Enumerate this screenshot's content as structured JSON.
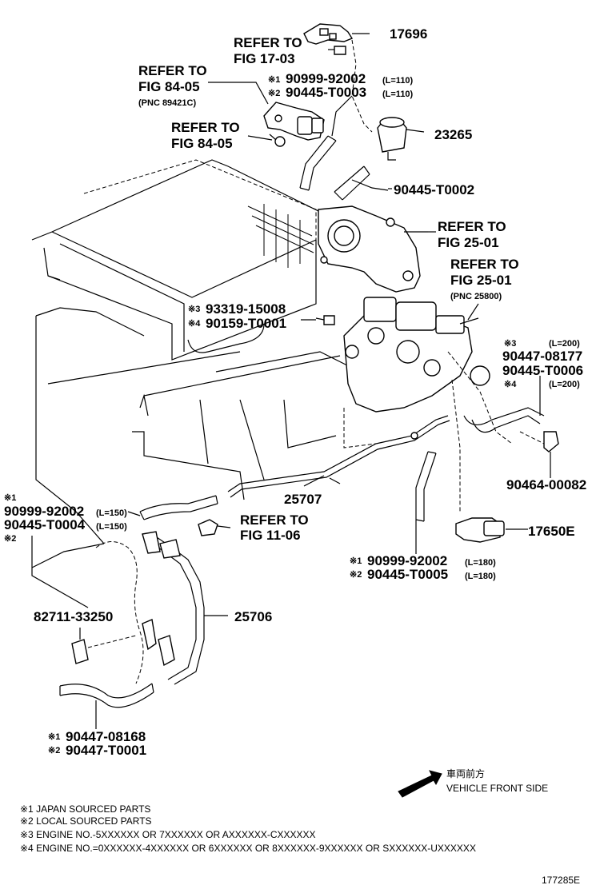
{
  "labels": {
    "p17696": "17696",
    "refer_17_03_a": "REFER TO",
    "refer_17_03_b": "FIG 17-03",
    "refer_84_05_a": "REFER TO",
    "refer_84_05_b": "FIG 84-05",
    "pnc_89421c": "(PNC 89421C)",
    "r1_90999_92002": "90999-92002",
    "r1_l110": "(L=110)",
    "r2_90445_t0003": "90445-T0003",
    "r2_l110": "(L=110)",
    "refer_84_05_c": "REFER TO",
    "refer_84_05_d": "FIG 84-05",
    "p23265": "23265",
    "p90445_t0002": "90445-T0002",
    "refer_25_01_a": "REFER TO",
    "refer_25_01_b": "FIG 25-01",
    "refer_25_01_c": "REFER TO",
    "refer_25_01_d": "FIG 25-01",
    "pnc_25800": "(PNC 25800)",
    "r3_93319_15008": "93319-15008",
    "r4_90159_t0001": "90159-T0001",
    "r3_90447_08177": "90447-08177",
    "r3_l200": "(L=200)",
    "r4_90445_t0006": "90445-T0006",
    "r4_l200": "(L=200)",
    "p90464_00082": "90464-00082",
    "p25707": "25707",
    "r1_90999_92002_b": "90999-92002",
    "l150_a": "(L=150)",
    "r2_90445_t0004": "90445-T0004",
    "l150_b": "(L=150)",
    "refer_11_06_a": "REFER TO",
    "refer_11_06_b": "FIG 11-06",
    "p17650e": "17650E",
    "r1_90999_92002_c": "90999-92002",
    "l180_a": "(L=180)",
    "r2_90445_t0005": "90445-T0005",
    "l180_b": "(L=180)",
    "p82711_33250": "82711-33250",
    "p25706": "25706",
    "r1_90447_08168": "90447-08168",
    "r2_90447_t0001": "90447-T0001",
    "vehicle_front_jp": "車両前方",
    "vehicle_front_en": "VEHICLE FRONT SIDE",
    "drawing_no": "177285E"
  },
  "marks": {
    "m1": "※1",
    "m2": "※2",
    "m3": "※3",
    "m4": "※4"
  },
  "notes": [
    "※1 JAPAN SOURCED PARTS",
    "※2 LOCAL SOURCED PARTS",
    "※3 ENGINE NO.-5XXXXXX OR 7XXXXXX OR AXXXXXX-CXXXXXX",
    "※4 ENGINE NO.=0XXXXXX-4XXXXXX OR 6XXXXXX OR 8XXXXXX-9XXXXXX OR SXXXXXX-UXXXXXX"
  ]
}
